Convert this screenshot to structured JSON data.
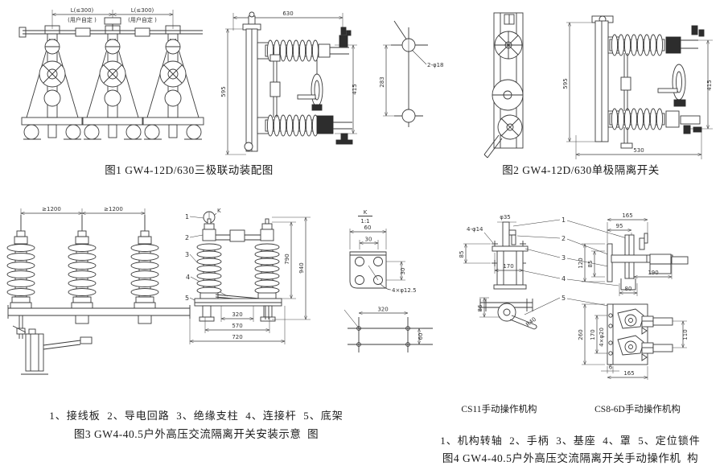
{
  "fig1": {
    "caption": "图1 GW4-12D/630三极联动装配图",
    "span1_line1": "L(≤300)",
    "span1_line2": "(用户自定 )",
    "span2_line1": "L(≤300)",
    "span2_line2": "(用户自定 )",
    "dim_630": "630",
    "dim_595": "595",
    "dim_415": "415",
    "detail_holes": "2-φ18",
    "detail_height": "283"
  },
  "fig2": {
    "caption": "图2 GW4-12D/630单极隔离开关",
    "dim_595": "595",
    "dim_415": "415",
    "dim_530": "530"
  },
  "fig3": {
    "parts": "1、接线板  2、导电回路  3、绝缘支柱  4、连接杆  5、底架",
    "caption": "图3 GW4-40.5户外高压交流隔离开关安装示意  图",
    "spacing1": "≥1200",
    "spacing2": "≥1200",
    "k": "K",
    "nums": [
      "1",
      "2",
      "3",
      "4",
      "5"
    ],
    "dim_790": "790",
    "dim_940": "940",
    "dim_320": "320",
    "dim_570": "570",
    "dim_720": "720",
    "det_k": "K",
    "det_scale": "1:1",
    "det_60": "60",
    "det_30a": "30",
    "det_30b": "30",
    "det_holes": "4×φ12.5",
    "base_320": "320",
    "base_60": "60"
  },
  "fig4": {
    "cs11_title": "CS11手动操作机构",
    "cs8_title": "CS8-6D手动操作机构",
    "parts": "1、机构转轴  2、手柄  3、基座  4、罩  5、定位锁件",
    "caption": "图4 GW4-40.5户外高压交流隔离开关手动操作机  构",
    "phi35": "φ35",
    "phi14": "4-φ14",
    "dim_85a": "85",
    "dim_170a": "170",
    "dim_86": "86",
    "r40": "R40",
    "nums": [
      "1",
      "2",
      "3",
      "4",
      "5"
    ],
    "dim_165a": "165",
    "dim_95": "95",
    "dim_120": "120",
    "dim_85b": "85",
    "dim_190": "190",
    "dim_80": "80",
    "dim_260": "260",
    "dim_170b": "170",
    "holes20": "4×φ20",
    "dim_110": "110",
    "dim_6": "6",
    "dim_165b": "165"
  }
}
